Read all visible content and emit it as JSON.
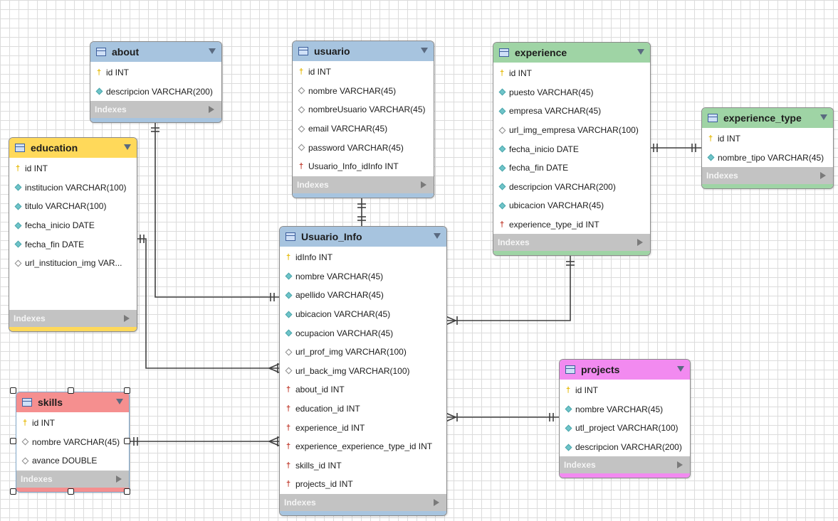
{
  "colors": {
    "blue_header": "#a7c4df",
    "green_header": "#9fd4a5",
    "yellow_header": "#ffd95a",
    "red_header": "#f58f8f",
    "pink_header": "#f28af0",
    "indexes_bg": "#c3c3c3",
    "link_line": "#404040"
  },
  "indexes_label": "Indexes",
  "tables": {
    "about": {
      "name": "about",
      "columns": [
        {
          "icon": "primary-key-icon",
          "text": "id INT"
        },
        {
          "icon": "not-null-column-icon",
          "text": "descripcion VARCHAR(200)"
        }
      ]
    },
    "usuario": {
      "name": "usuario",
      "columns": [
        {
          "icon": "primary-key-icon",
          "text": "id INT"
        },
        {
          "icon": "nullable-column-icon",
          "text": "nombre VARCHAR(45)"
        },
        {
          "icon": "nullable-column-icon",
          "text": "nombreUsuario VARCHAR(45)"
        },
        {
          "icon": "nullable-column-icon",
          "text": "email VARCHAR(45)"
        },
        {
          "icon": "nullable-column-icon",
          "text": "password VARCHAR(45)"
        },
        {
          "icon": "foreign-key-icon",
          "text": "Usuario_Info_idInfo INT"
        }
      ]
    },
    "experience": {
      "name": "experience",
      "columns": [
        {
          "icon": "primary-key-icon",
          "text": "id INT"
        },
        {
          "icon": "not-null-column-icon",
          "text": "puesto VARCHAR(45)"
        },
        {
          "icon": "not-null-column-icon",
          "text": "empresa VARCHAR(45)"
        },
        {
          "icon": "nullable-column-icon",
          "text": "url_img_empresa VARCHAR(100)"
        },
        {
          "icon": "not-null-column-icon",
          "text": "fecha_inicio DATE"
        },
        {
          "icon": "not-null-column-icon",
          "text": "fecha_fin DATE"
        },
        {
          "icon": "not-null-column-icon",
          "text": "descripcion VARCHAR(200)"
        },
        {
          "icon": "not-null-column-icon",
          "text": "ubicacion VARCHAR(45)"
        },
        {
          "icon": "foreign-key-icon",
          "text": "experience_type_id INT"
        }
      ]
    },
    "experience_type": {
      "name": "experience_type",
      "columns": [
        {
          "icon": "primary-key-icon",
          "text": "id INT"
        },
        {
          "icon": "not-null-column-icon",
          "text": "nombre_tipo VARCHAR(45)"
        }
      ]
    },
    "education": {
      "name": "education",
      "columns": [
        {
          "icon": "primary-key-icon",
          "text": "id INT"
        },
        {
          "icon": "not-null-column-icon",
          "text": "institucion VARCHAR(100)"
        },
        {
          "icon": "not-null-column-icon",
          "text": "titulo VARCHAR(100)"
        },
        {
          "icon": "not-null-column-icon",
          "text": "fecha_inicio DATE"
        },
        {
          "icon": "not-null-column-icon",
          "text": "fecha_fin DATE"
        },
        {
          "icon": "nullable-column-icon",
          "text": "url_institucion_img VAR..."
        }
      ]
    },
    "usuario_info": {
      "name": "Usuario_Info",
      "columns": [
        {
          "icon": "primary-key-icon",
          "text": "idInfo INT"
        },
        {
          "icon": "not-null-column-icon",
          "text": "nombre VARCHAR(45)"
        },
        {
          "icon": "not-null-column-icon",
          "text": "apellido VARCHAR(45)"
        },
        {
          "icon": "not-null-column-icon",
          "text": "ubicacion VARCHAR(45)"
        },
        {
          "icon": "not-null-column-icon",
          "text": "ocupacion VARCHAR(45)"
        },
        {
          "icon": "nullable-column-icon",
          "text": "url_prof_img VARCHAR(100)"
        },
        {
          "icon": "nullable-column-icon",
          "text": "url_back_img VARCHAR(100)"
        },
        {
          "icon": "foreign-key-icon",
          "text": "about_id INT"
        },
        {
          "icon": "foreign-key-icon",
          "text": "education_id INT"
        },
        {
          "icon": "foreign-key-icon",
          "text": "experience_id INT"
        },
        {
          "icon": "foreign-key-icon",
          "text": "experience_experience_type_id INT"
        },
        {
          "icon": "foreign-key-icon",
          "text": "skills_id INT"
        },
        {
          "icon": "foreign-key-icon",
          "text": "projects_id INT"
        }
      ]
    },
    "skills": {
      "name": "skills",
      "columns": [
        {
          "icon": "primary-key-icon",
          "text": "id INT"
        },
        {
          "icon": "nullable-column-icon",
          "text": "nombre VARCHAR(45)"
        },
        {
          "icon": "nullable-column-icon",
          "text": "avance DOUBLE"
        }
      ]
    },
    "projects": {
      "name": "projects",
      "columns": [
        {
          "icon": "primary-key-icon",
          "text": "id INT"
        },
        {
          "icon": "not-null-column-icon",
          "text": "nombre VARCHAR(45)"
        },
        {
          "icon": "not-null-column-icon",
          "text": "utl_project VARCHAR(100)"
        },
        {
          "icon": "not-null-column-icon",
          "text": "descripcion VARCHAR(200)"
        }
      ]
    }
  }
}
